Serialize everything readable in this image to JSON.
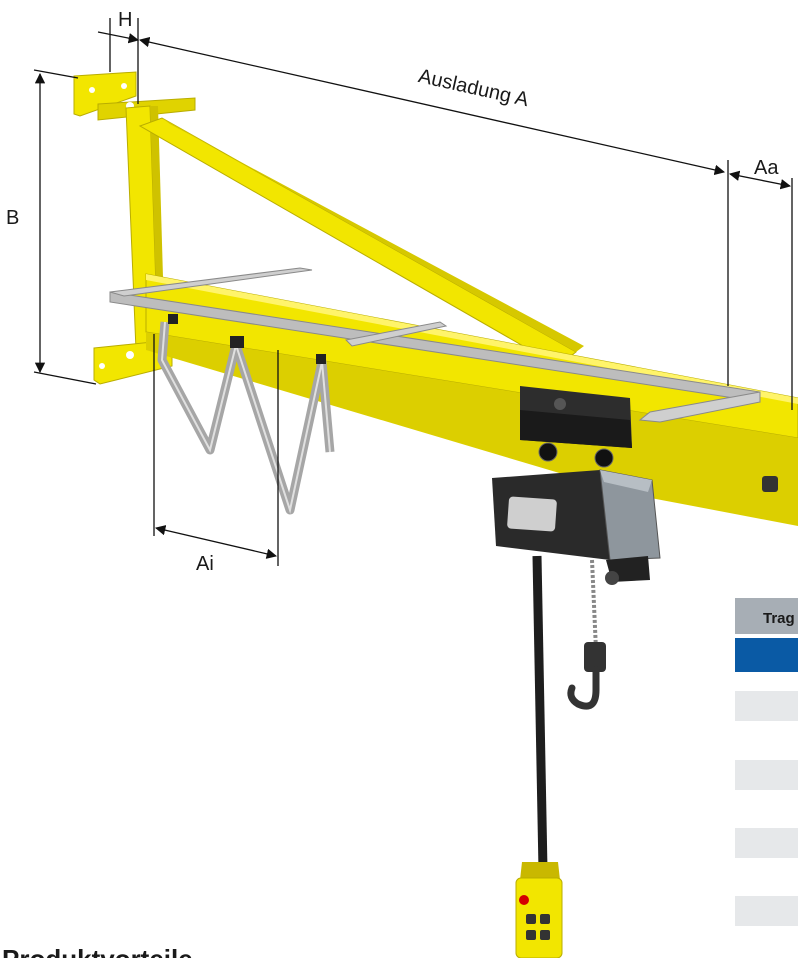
{
  "dimensions": {
    "h_label": "H",
    "a_label": "Ausladung A",
    "aa_label": "Aa",
    "b_label": "B",
    "ai_label": "Ai"
  },
  "table": {
    "header_label": "Trag"
  },
  "bottom_heading": "Produktvorteile",
  "colors": {
    "crane_yellow": "#f2e600",
    "crane_yellow_shadow": "#d6c800",
    "rail_grey": "#bdbdbd",
    "hoist_black": "#2a2a2a",
    "table_header_grey": "#a7aeb5",
    "table_accent_blue": "#0a5aa5",
    "table_row_grey": "#e6e8ea"
  }
}
